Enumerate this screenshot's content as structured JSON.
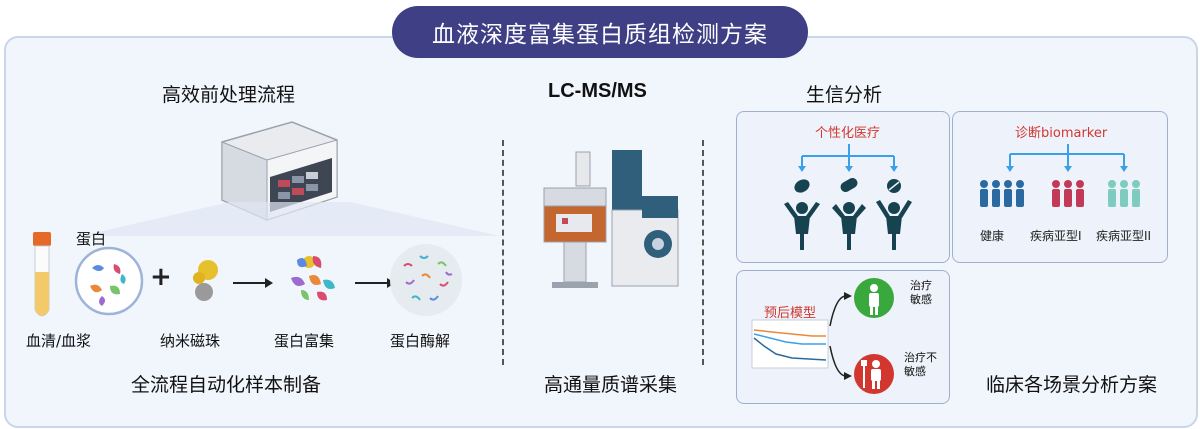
{
  "title": "血液深度富集蛋白质组检测方案",
  "sections": {
    "pretreatment": {
      "title": "高效前处理流程",
      "footer": "全流程自动化样本制备",
      "protein_label": "蛋白",
      "steps": [
        "血清/血浆",
        "纳米磁珠",
        "蛋白富集",
        "蛋白酶解"
      ]
    },
    "lcms": {
      "title": "LC-MS/MS",
      "footer": "高通量质谱采集"
    },
    "bioinfo": {
      "title": "生信分析",
      "personalized": {
        "label": "个性化医疗"
      },
      "biomarker": {
        "label": "诊断biomarker",
        "groups": [
          "健康",
          "疾病亚型I",
          "疾病亚型II"
        ]
      },
      "prognosis": {
        "label": "预后模型",
        "sensitive": "治疗\n敏感",
        "insensitive": "治疗不\n敏感"
      },
      "footer": "临床各场景分析方案"
    }
  },
  "colors": {
    "title_bg": "#3f3f86",
    "accent_red": "#d2372f",
    "accent_blue": "#3aa0e8",
    "person_dark": "#17424f",
    "green": "#3aa93d"
  }
}
